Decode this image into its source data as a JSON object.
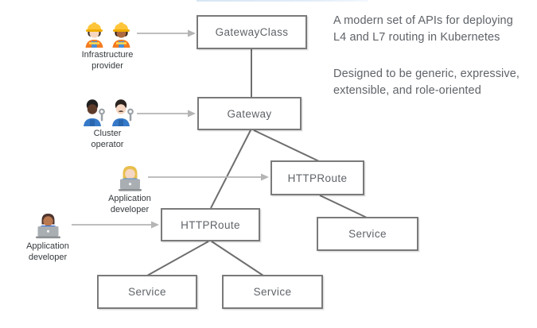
{
  "intro": {
    "paragraph1": [
      "A modern set of APIs for deploying",
      "L4 and L7 routing in Kubernetes"
    ],
    "paragraph2": [
      "Designed to be generic, expressive,",
      "extensible, and role-oriented"
    ]
  },
  "nodes": {
    "gatewayclass": {
      "label": "GatewayClass"
    },
    "gateway": {
      "label": "Gateway"
    },
    "httproute_right": {
      "label": "HTTPRoute"
    },
    "httproute_left": {
      "label": "HTTPRoute"
    },
    "service_right": {
      "label": "Service"
    },
    "service_bottom_left": {
      "label": "Service"
    },
    "service_bottom_mid": {
      "label": "Service"
    }
  },
  "personas": {
    "infrastructure_provider": {
      "label_lines": [
        "Infrastructure",
        "provider"
      ],
      "icons": [
        "woman-construction-worker-light-skin-icon",
        "woman-construction-worker-medium-dark-skin-icon"
      ]
    },
    "cluster_operator": {
      "label_lines": [
        "Cluster",
        "operator"
      ],
      "icons": [
        "mechanic-dark-skin-icon",
        "man-mechanic-light-skin-icon"
      ]
    },
    "application_developer_top": {
      "label_lines": [
        "Application",
        "developer"
      ],
      "icons": [
        "woman-technologist-blonde-icon"
      ]
    },
    "application_developer_bottom": {
      "label_lines": [
        "Application",
        "developer"
      ],
      "icons": [
        "man-technologist-medium-skin-icon"
      ]
    }
  },
  "colors": {
    "node_border": "#7a7a7a",
    "node_text": "#5f6368",
    "connector_line": "#6e6e6e",
    "arrow": "#b5b5b5",
    "persona_text": "#353a3e",
    "intro_text": "#5f6368",
    "top_rule": "#d7e5f4"
  }
}
